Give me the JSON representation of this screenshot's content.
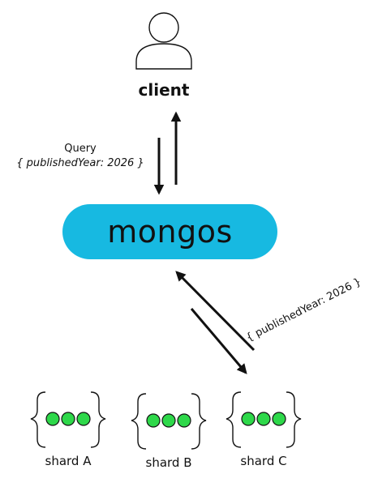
{
  "client": {
    "icon": "user-icon",
    "label": "client"
  },
  "query": {
    "title": "Query",
    "filter": "{ publishedYear: 2026 }"
  },
  "router": {
    "label": "mongos",
    "color": "#17b9e1"
  },
  "shard_query": {
    "filter": "{ publishedYear: 2026 }"
  },
  "shards": [
    {
      "label": "shard A",
      "icon": "shard-document-icon"
    },
    {
      "label": "shard B",
      "icon": "shard-document-icon"
    },
    {
      "label": "shard C",
      "icon": "shard-document-icon"
    }
  ],
  "colors": {
    "shard_dot": "#2ed84a",
    "line": "#111111"
  }
}
